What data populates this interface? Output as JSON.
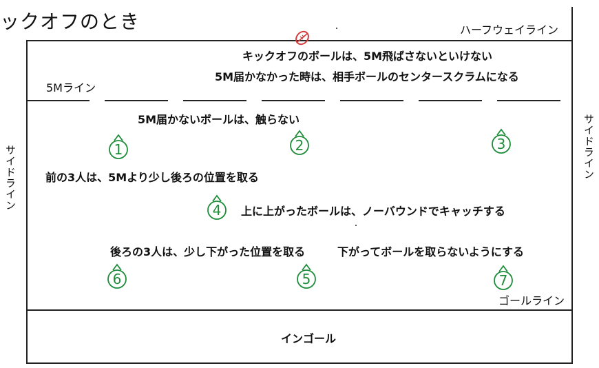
{
  "title": "ックオフのとき",
  "lines": {
    "halfway": "ハーフウェイライン",
    "five_m": "5Mライン",
    "side_left": "サイドライン",
    "side_right": "サイドライン",
    "goal": "ゴールライン",
    "ingoal": "インゴール"
  },
  "notes": {
    "kickoff_rule": "キックオフのボールは、5M飛ばさないといけない",
    "short_rule": "5M届かなかった時は、相手ボールのセンタースクラムになる",
    "dont_touch": "5M届かないボールは、触らない",
    "front_three": "前の3人は、5Mより少し後ろの位置を取る",
    "high_ball": "上に上がったボールは、ノーバウンドでキャッチする",
    "back_three": "後ろの3人は、少し下がった位置を取る",
    "no_drop": "下がってボールを取らないようにする"
  },
  "players": [
    {
      "num": "1",
      "glyph": "①"
    },
    {
      "num": "2",
      "glyph": "②"
    },
    {
      "num": "3",
      "glyph": "③"
    },
    {
      "num": "4",
      "glyph": "④"
    },
    {
      "num": "5",
      "glyph": "⑤"
    },
    {
      "num": "6",
      "glyph": "⑥"
    },
    {
      "num": "7",
      "glyph": "⑦"
    }
  ],
  "colors": {
    "player": "#1e8c3a",
    "ball": "#d43c3c",
    "line": "#222222"
  },
  "icons": {
    "ball": "rugby-ball-icon",
    "player": "player-marker-icon"
  }
}
